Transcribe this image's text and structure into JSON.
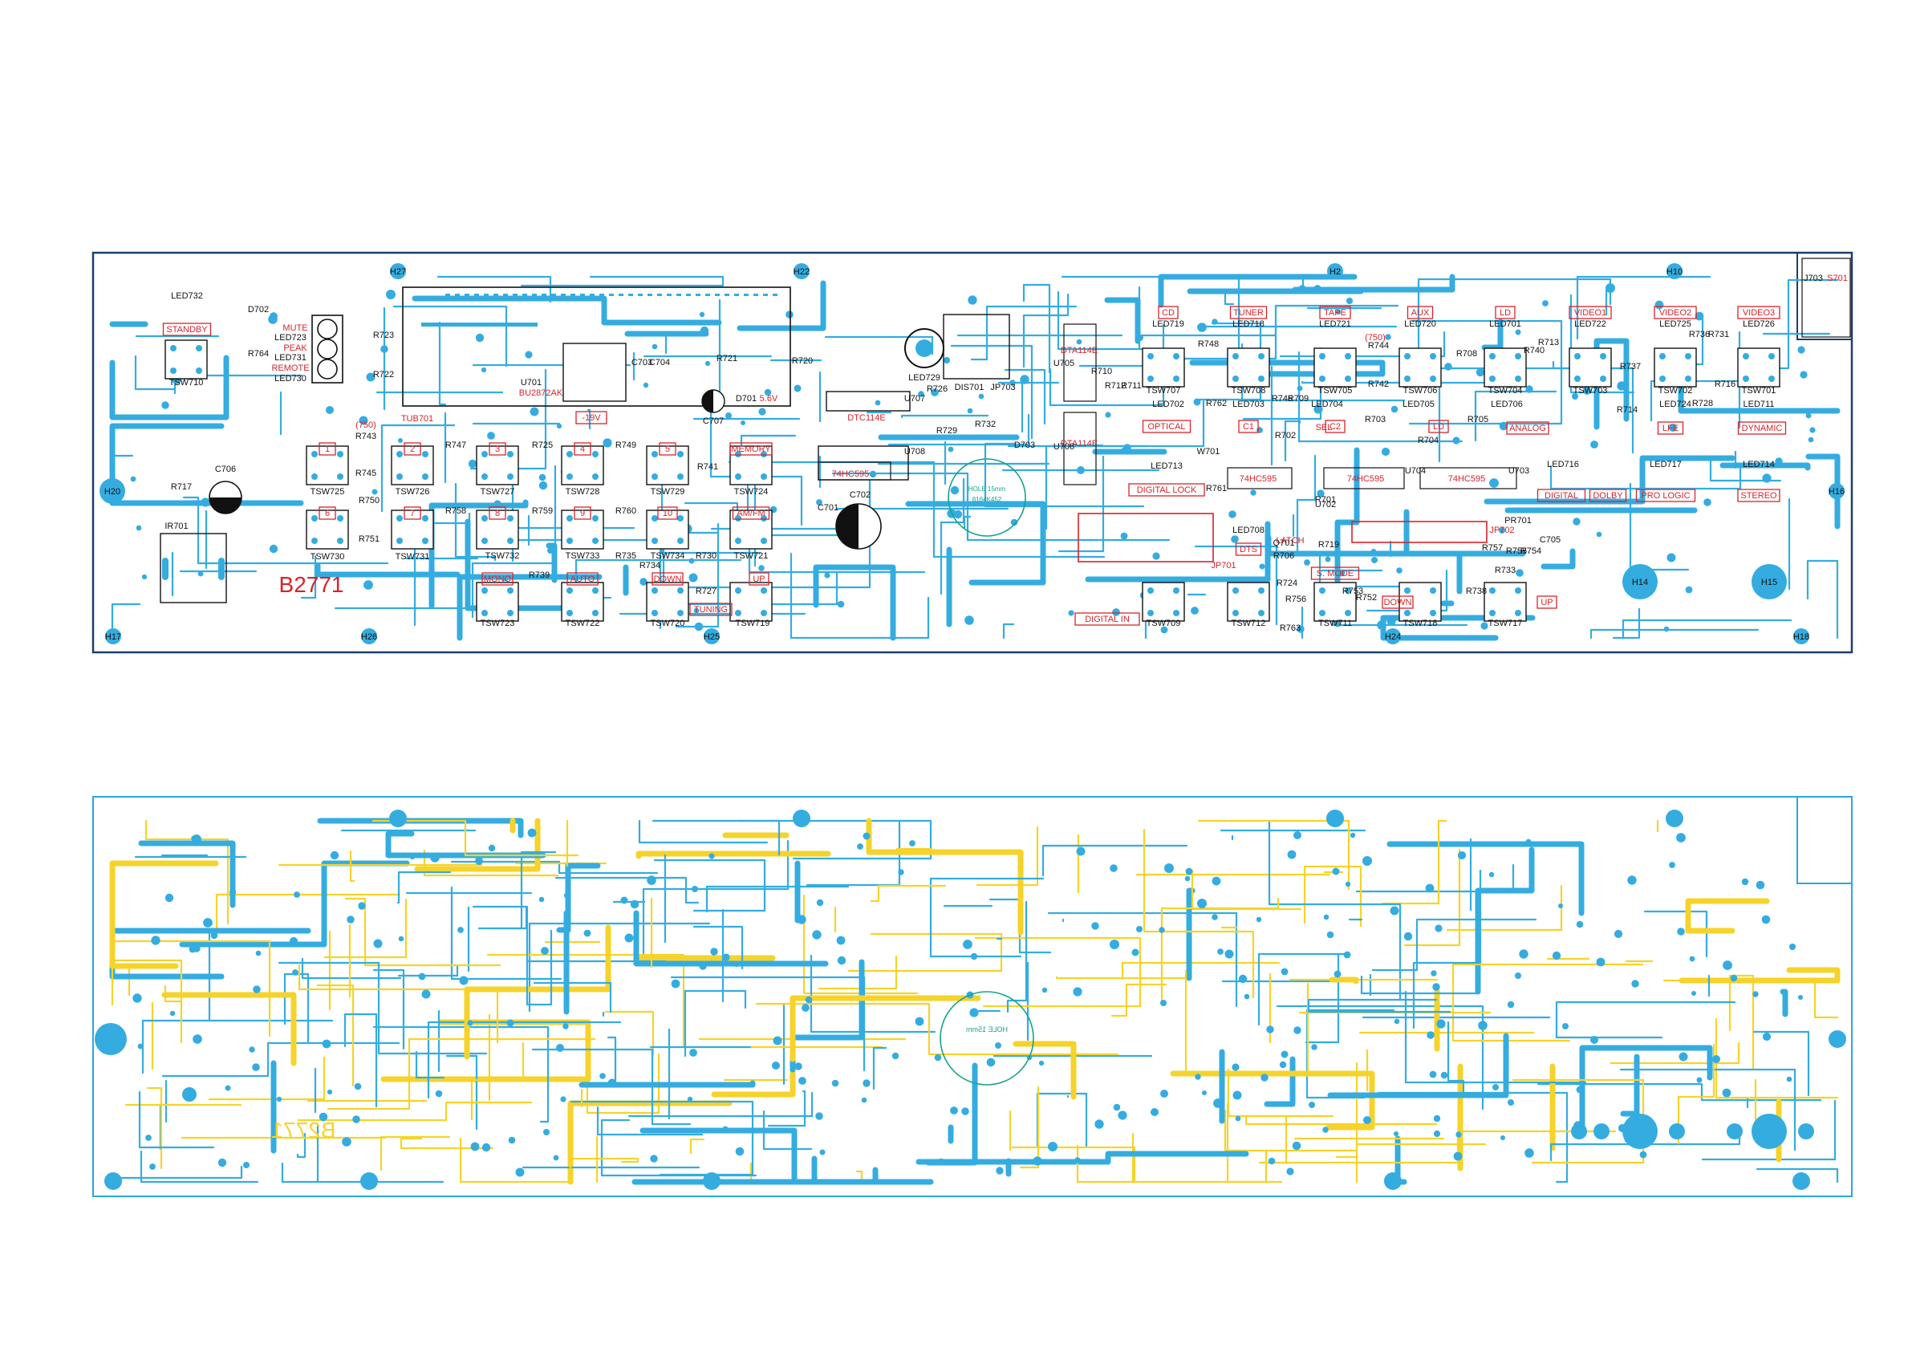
{
  "colors": {
    "copper_top": "#34ace0",
    "copper_bottom": "#f6d32a",
    "silk_red": "#d8232a",
    "silk_black": "#111111",
    "outline": "#1b3f6a",
    "hole_text": "#17a38c"
  },
  "board_name": "B2771",
  "board_name_mirrored": "B2771",
  "top_holes": [
    {
      "id": "h27",
      "label": "H27"
    },
    {
      "id": "h22",
      "label": "H22"
    },
    {
      "id": "h2",
      "label": "H2"
    },
    {
      "id": "h10",
      "label": "H10"
    },
    {
      "id": "h20",
      "label": "H20"
    },
    {
      "id": "h16",
      "label": "H16"
    },
    {
      "id": "h14",
      "label": "H14"
    },
    {
      "id": "h15",
      "label": "H15"
    },
    {
      "id": "h17",
      "label": "H17"
    },
    {
      "id": "h26",
      "label": "H26"
    },
    {
      "id": "h25",
      "label": "H25"
    },
    {
      "id": "h24",
      "label": "H24"
    },
    {
      "id": "h18",
      "label": "H18"
    }
  ],
  "hole_marking": {
    "line1": "HOLE 15mm",
    "line2": "8164K452"
  },
  "hole_marking_bottom": "HOLE 15mm",
  "function_labels": [
    {
      "id": "standby",
      "text": "STANDBY"
    },
    {
      "id": "mute",
      "text": "MUTE"
    },
    {
      "id": "peak",
      "text": "PEAK"
    },
    {
      "id": "remote",
      "text": "REMOTE"
    },
    {
      "id": "k1",
      "text": "1"
    },
    {
      "id": "k2",
      "text": "2"
    },
    {
      "id": "k3",
      "text": "3"
    },
    {
      "id": "k4",
      "text": "4"
    },
    {
      "id": "k5",
      "text": "5"
    },
    {
      "id": "memory",
      "text": "MEMORY"
    },
    {
      "id": "k6",
      "text": "6"
    },
    {
      "id": "k7",
      "text": "7"
    },
    {
      "id": "k8",
      "text": "8"
    },
    {
      "id": "k9",
      "text": "9"
    },
    {
      "id": "k10",
      "text": "10"
    },
    {
      "id": "amfm",
      "text": "AM/FM"
    },
    {
      "id": "mono",
      "text": "MONO"
    },
    {
      "id": "auto",
      "text": "AUTO"
    },
    {
      "id": "down",
      "text": "DOWN"
    },
    {
      "id": "up",
      "text": "UP"
    },
    {
      "id": "tuning",
      "text": "TUNING"
    },
    {
      "id": "cd",
      "text": "CD"
    },
    {
      "id": "tuner",
      "text": "TUNER"
    },
    {
      "id": "tape",
      "text": "TAPE"
    },
    {
      "id": "aux",
      "text": "AUX"
    },
    {
      "id": "ld",
      "text": "LD"
    },
    {
      "id": "video1",
      "text": "VIDEO1"
    },
    {
      "id": "video2",
      "text": "VIDEO2"
    },
    {
      "id": "video3",
      "text": "VIDEO3"
    },
    {
      "id": "optical",
      "text": "OPTICAL"
    },
    {
      "id": "c1",
      "text": "C1"
    },
    {
      "id": "c2",
      "text": "C2"
    },
    {
      "id": "ld2",
      "text": "LD"
    },
    {
      "id": "analog",
      "text": "ANALOG"
    },
    {
      "id": "lfe",
      "text": "LFE"
    },
    {
      "id": "dynamic",
      "text": "DYNAMIC"
    },
    {
      "id": "digitallock",
      "text": "DIGITAL LOCK"
    },
    {
      "id": "dts",
      "text": "DTS"
    },
    {
      "id": "smode",
      "text": "S. MODE"
    },
    {
      "id": "down2",
      "text": "DOWN"
    },
    {
      "id": "up2",
      "text": "UP"
    },
    {
      "id": "digital",
      "text": "DIGITAL"
    },
    {
      "id": "dolby",
      "text": "DOLBY"
    },
    {
      "id": "prologic",
      "text": "PRO LOGIC"
    },
    {
      "id": "stereo",
      "text": "STEREO"
    },
    {
      "id": "digitalin",
      "text": "DIGITAL IN"
    },
    {
      "id": "v19",
      "text": "-19V"
    },
    {
      "id": "p750a",
      "text": "(750)"
    },
    {
      "id": "p750b",
      "text": "(750)"
    },
    {
      "id": "d56",
      "text": "5.6V"
    },
    {
      "id": "ic74a",
      "text": "74HC595"
    },
    {
      "id": "ic74b",
      "text": "74HC595"
    },
    {
      "id": "ic74c",
      "text": "74HC595"
    },
    {
      "id": "ic74d",
      "text": "74HC595"
    },
    {
      "id": "dtc1",
      "text": "DTC114E"
    },
    {
      "id": "dtc2",
      "text": "DTA114E"
    },
    {
      "id": "dtc3",
      "text": "DTA114E"
    },
    {
      "id": "bu",
      "text": "BU2872AK"
    },
    {
      "id": "tub",
      "text": "TUB701"
    },
    {
      "id": "sel",
      "text": "SEL"
    },
    {
      "id": "latch",
      "text": "LATCH"
    },
    {
      "id": "jp702",
      "text": "JP702"
    },
    {
      "id": "jp701",
      "text": "JP701"
    }
  ],
  "component_labels": [
    {
      "id": "led732",
      "text": "LED732"
    },
    {
      "id": "d702",
      "text": "D702"
    },
    {
      "id": "r764",
      "text": "R764"
    },
    {
      "id": "led723",
      "text": "LED723"
    },
    {
      "id": "led731",
      "text": "LED731"
    },
    {
      "id": "led730",
      "text": "LED730"
    },
    {
      "id": "r723",
      "text": "R723"
    },
    {
      "id": "r722",
      "text": "R722"
    },
    {
      "id": "tsw710",
      "text": "TSW710"
    },
    {
      "id": "u701",
      "text": "U701"
    },
    {
      "id": "c703",
      "text": "C703"
    },
    {
      "id": "c704",
      "text": "C704"
    },
    {
      "id": "r721",
      "text": "R721"
    },
    {
      "id": "d701",
      "text": "D701"
    },
    {
      "id": "c707",
      "text": "C707"
    },
    {
      "id": "r720",
      "text": "R720"
    },
    {
      "id": "u707",
      "text": "U707"
    },
    {
      "id": "led729",
      "text": "LED729"
    },
    {
      "id": "r726",
      "text": "R726"
    },
    {
      "id": "dis701",
      "text": "DIS701"
    },
    {
      "id": "jp703",
      "text": "JP703"
    },
    {
      "id": "r729",
      "text": "R729"
    },
    {
      "id": "r732",
      "text": "R732"
    },
    {
      "id": "u708",
      "text": "U708"
    },
    {
      "id": "d703",
      "text": "D703"
    },
    {
      "id": "u705",
      "text": "U705"
    },
    {
      "id": "u706",
      "text": "U706"
    },
    {
      "id": "r743",
      "text": "R743"
    },
    {
      "id": "r745",
      "text": "R745"
    },
    {
      "id": "r747",
      "text": "R747"
    },
    {
      "id": "r725",
      "text": "R725"
    },
    {
      "id": "r749",
      "text": "R749"
    },
    {
      "id": "r741",
      "text": "R741"
    },
    {
      "id": "tsw725",
      "text": "TSW725"
    },
    {
      "id": "tsw726",
      "text": "TSW726"
    },
    {
      "id": "tsw727",
      "text": "TSW727"
    },
    {
      "id": "tsw728",
      "text": "TSW728"
    },
    {
      "id": "tsw729",
      "text": "TSW729"
    },
    {
      "id": "tsw724",
      "text": "TSW724"
    },
    {
      "id": "r750",
      "text": "R750"
    },
    {
      "id": "r751",
      "text": "R751"
    },
    {
      "id": "r758",
      "text": "R758"
    },
    {
      "id": "r759",
      "text": "R759"
    },
    {
      "id": "r760",
      "text": "R760"
    },
    {
      "id": "c701",
      "text": "C701"
    },
    {
      "id": "c702",
      "text": "C702"
    },
    {
      "id": "tsw730",
      "text": "TSW730"
    },
    {
      "id": "tsw731",
      "text": "TSW731"
    },
    {
      "id": "tsw732",
      "text": "TSW732"
    },
    {
      "id": "tsw733",
      "text": "TSW733"
    },
    {
      "id": "tsw734",
      "text": "TSW734"
    },
    {
      "id": "tsw721",
      "text": "TSW721"
    },
    {
      "id": "r735",
      "text": "R735"
    },
    {
      "id": "r734",
      "text": "R734"
    },
    {
      "id": "r730",
      "text": "R730"
    },
    {
      "id": "r727",
      "text": "R727"
    },
    {
      "id": "r739",
      "text": "R739"
    },
    {
      "id": "tsw723",
      "text": "TSW723"
    },
    {
      "id": "tsw722",
      "text": "TSW722"
    },
    {
      "id": "tsw720",
      "text": "TSW720"
    },
    {
      "id": "tsw719",
      "text": "TSW719"
    },
    {
      "id": "r717",
      "text": "R717"
    },
    {
      "id": "c706",
      "text": "C706"
    },
    {
      "id": "ir701",
      "text": "IR701"
    },
    {
      "id": "led719",
      "text": "LED719"
    },
    {
      "id": "led718",
      "text": "LED718"
    },
    {
      "id": "led721",
      "text": "LED721"
    },
    {
      "id": "led720",
      "text": "LED720"
    },
    {
      "id": "led701",
      "text": "LED701"
    },
    {
      "id": "led722",
      "text": "LED722"
    },
    {
      "id": "led725",
      "text": "LED725"
    },
    {
      "id": "led726",
      "text": "LED726"
    },
    {
      "id": "r748",
      "text": "R748"
    },
    {
      "id": "r744",
      "text": "R744"
    },
    {
      "id": "r742",
      "text": "R742"
    },
    {
      "id": "r710",
      "text": "R710"
    },
    {
      "id": "r712",
      "text": "R712"
    },
    {
      "id": "r711",
      "text": "R711"
    },
    {
      "id": "r708",
      "text": "R708"
    },
    {
      "id": "r740",
      "text": "R740"
    },
    {
      "id": "r713",
      "text": "R713"
    },
    {
      "id": "r737",
      "text": "R737"
    },
    {
      "id": "r736",
      "text": "R736"
    },
    {
      "id": "r731",
      "text": "R731"
    },
    {
      "id": "r728",
      "text": "R728"
    },
    {
      "id": "r716",
      "text": "R716"
    },
    {
      "id": "tsw707",
      "text": "TSW707"
    },
    {
      "id": "tsw708",
      "text": "TSW708"
    },
    {
      "id": "tsw705",
      "text": "TSW705"
    },
    {
      "id": "tsw706",
      "text": "TSW706"
    },
    {
      "id": "tsw704",
      "text": "TSW704"
    },
    {
      "id": "tsw703",
      "text": "TSW703"
    },
    {
      "id": "tsw702",
      "text": "TSW702"
    },
    {
      "id": "tsw701",
      "text": "TSW701"
    },
    {
      "id": "led702",
      "text": "LED702"
    },
    {
      "id": "led703",
      "text": "LED703"
    },
    {
      "id": "led704",
      "text": "LED704"
    },
    {
      "id": "led705",
      "text": "LED705"
    },
    {
      "id": "led706",
      "text": "LED706"
    },
    {
      "id": "led724",
      "text": "LED724"
    },
    {
      "id": "led711",
      "text": "LED711"
    },
    {
      "id": "r762",
      "text": "R762"
    },
    {
      "id": "r746",
      "text": "R746"
    },
    {
      "id": "r709",
      "text": "R709"
    },
    {
      "id": "r702",
      "text": "R702"
    },
    {
      "id": "r703",
      "text": "R703"
    },
    {
      "id": "r704",
      "text": "R704"
    },
    {
      "id": "r705",
      "text": "R705"
    },
    {
      "id": "r714",
      "text": "R714"
    },
    {
      "id": "w701",
      "text": "W701"
    },
    {
      "id": "r761",
      "text": "R761"
    },
    {
      "id": "led713",
      "text": "LED713"
    },
    {
      "id": "led716",
      "text": "LED716"
    },
    {
      "id": "led717",
      "text": "LED717"
    },
    {
      "id": "led714",
      "text": "LED714"
    },
    {
      "id": "u702",
      "text": "U702"
    },
    {
      "id": "u704",
      "text": "U704"
    },
    {
      "id": "u703",
      "text": "U703"
    },
    {
      "id": "r701",
      "text": "R701"
    },
    {
      "id": "r719",
      "text": "R719"
    },
    {
      "id": "q701",
      "text": "Q701"
    },
    {
      "id": "led708",
      "text": "LED708"
    },
    {
      "id": "r706",
      "text": "R706"
    },
    {
      "id": "pr701",
      "text": "PR701"
    },
    {
      "id": "r757",
      "text": "R757"
    },
    {
      "id": "r755",
      "text": "R755"
    },
    {
      "id": "r754",
      "text": "R754"
    },
    {
      "id": "c705",
      "text": "C705"
    },
    {
      "id": "r733",
      "text": "R733"
    },
    {
      "id": "r738",
      "text": "R738"
    },
    {
      "id": "r724",
      "text": "R724"
    },
    {
      "id": "r756",
      "text": "R756"
    },
    {
      "id": "r752",
      "text": "R752"
    },
    {
      "id": "r753",
      "text": "R753"
    },
    {
      "id": "r763",
      "text": "R763"
    },
    {
      "id": "tsw709",
      "text": "TSW709"
    },
    {
      "id": "tsw712",
      "text": "TSW712"
    },
    {
      "id": "tsw711",
      "text": "TSW711"
    },
    {
      "id": "tsw718",
      "text": "TSW718"
    },
    {
      "id": "tsw717",
      "text": "TSW717"
    },
    {
      "id": "j703",
      "text": "J703"
    },
    {
      "id": "s701",
      "text": "S701"
    }
  ]
}
